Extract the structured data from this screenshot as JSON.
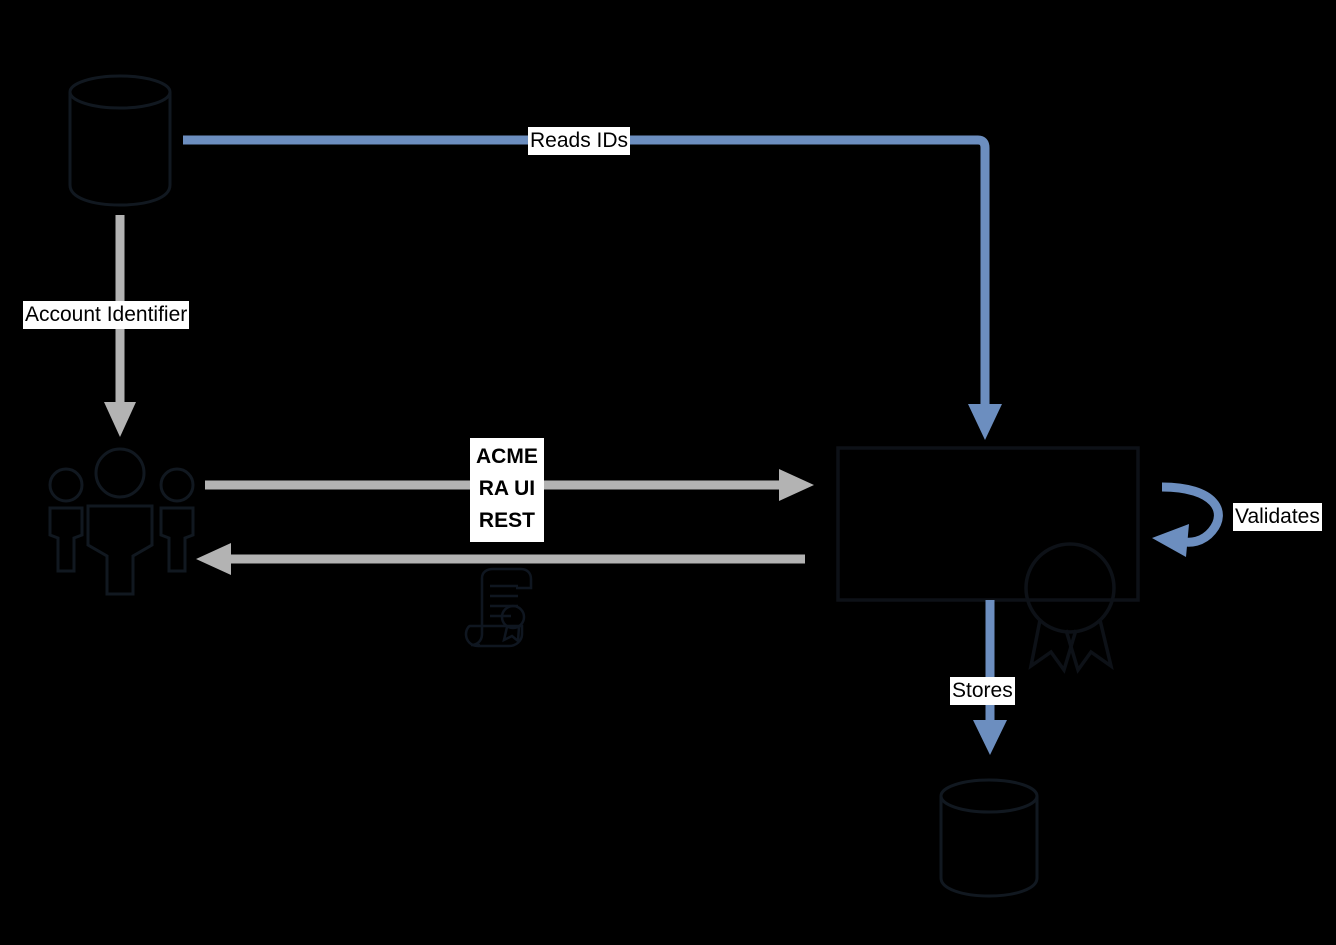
{
  "diagram": {
    "title": "ACME RA certificate issuance flow",
    "background_color": "#000000",
    "colors": {
      "blue_edge": "#6c8ebf",
      "gray_edge": "#b3b3b3",
      "shape_stroke": "#0d1117",
      "label_background": "#ffffff",
      "label_text": "#000000"
    },
    "nodes": [
      {
        "id": "source-database",
        "name": "source-database-cylinder",
        "shape": "cylinder",
        "label": ""
      },
      {
        "id": "users",
        "name": "users-group-icon",
        "shape": "actor-group",
        "label": ""
      },
      {
        "id": "acme-ra-service",
        "name": "acme-ra-service-box",
        "shape": "rectangle",
        "label": ""
      },
      {
        "id": "certificate-badge",
        "name": "certificate-award-icon",
        "shape": "award-ribbon",
        "label": ""
      },
      {
        "id": "certificate-scroll",
        "name": "certificate-scroll-icon",
        "shape": "certificate-scroll",
        "label": ""
      },
      {
        "id": "target-database",
        "name": "target-database-cylinder",
        "shape": "cylinder",
        "label": ""
      }
    ],
    "edges": [
      {
        "id": "reads-ids",
        "name": "edge-reads-ids",
        "label": "Reads IDs",
        "color": "#6c8ebf",
        "from": "source-database",
        "to": "acme-ra-service",
        "style": "orthogonal-arrow"
      },
      {
        "id": "account-identifier",
        "name": "edge-account-identifier",
        "label": "Account Identifier",
        "color": "#b3b3b3",
        "from": "source-database",
        "to": "users",
        "style": "straight-arrow"
      },
      {
        "id": "acme-ra-ui-rest",
        "name": "edge-acme-ra-ui-rest",
        "label_lines": [
          "ACME",
          "RA UI",
          "REST"
        ],
        "color": "#b3b3b3",
        "from": "users",
        "to": "acme-ra-service",
        "style": "straight-arrow",
        "bold": true
      },
      {
        "id": "response",
        "name": "edge-response",
        "label": "",
        "color": "#b3b3b3",
        "from": "acme-ra-service",
        "to": "users",
        "style": "straight-arrow"
      },
      {
        "id": "validates",
        "name": "edge-validates",
        "label": "Validates",
        "color": "#6c8ebf",
        "from": "acme-ra-service",
        "to": "acme-ra-service",
        "style": "self-loop"
      },
      {
        "id": "stores",
        "name": "edge-stores",
        "label": "Stores",
        "color": "#6c8ebf",
        "from": "acme-ra-service",
        "to": "target-database",
        "style": "straight-arrow"
      }
    ],
    "labels": {
      "reads_ids": "Reads IDs",
      "account_identifier": "Account Identifier",
      "acme_line1": "ACME",
      "acme_line2": "RA UI",
      "acme_line3": "REST",
      "validates": "Validates",
      "stores": "Stores"
    }
  }
}
